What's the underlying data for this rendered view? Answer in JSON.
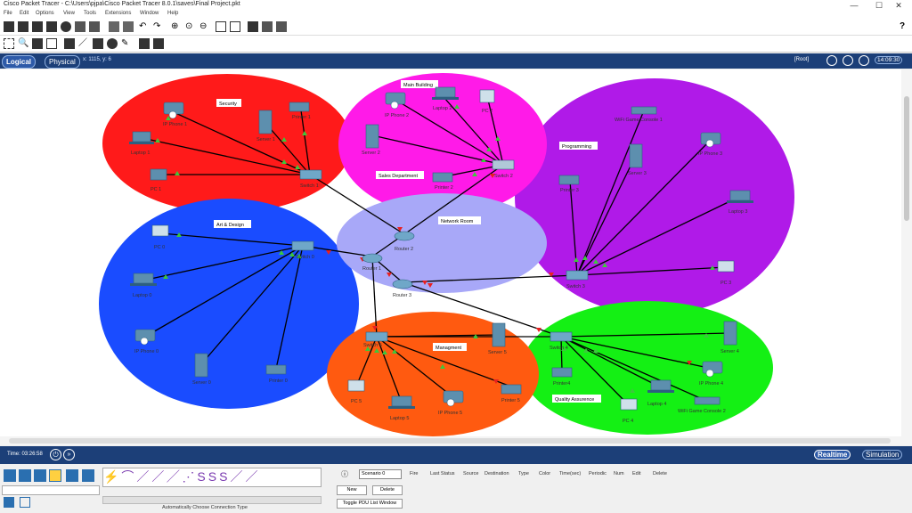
{
  "window": {
    "title": "Cisco Packet Tracer - C:\\Users\\pjpa\\Cisco Packet Tracer 8.0.1\\saves\\Final Project.pkt",
    "controls": [
      "—",
      "☐",
      "✕"
    ]
  },
  "menu": [
    "File",
    "Edit",
    "Options",
    "View",
    "Tools",
    "Extensions",
    "Window",
    "Help"
  ],
  "help_label": "?",
  "tabs": {
    "logical": "Logical",
    "physical": "Physical",
    "coords": "x: 1115, y: 6",
    "root": "[Root]",
    "clock": "14:09:30"
  },
  "timebar": {
    "time": "Time: 03:26:58",
    "realtime": "Realtime",
    "simulation": "Simulation"
  },
  "bottom": {
    "connection_type": "Automatically Choose Connection Type",
    "scenario": "Scenario 0",
    "new": "New",
    "delete": "Delete",
    "toggle": "Toggle PDU List Window",
    "columns": [
      "Fire",
      "Last Status",
      "Source",
      "Destination",
      "Type",
      "Color",
      "Time(sec)",
      "Periodic",
      "Num",
      "Edit",
      "Delete"
    ]
  },
  "notes": {
    "security": "Security",
    "main_building": "Main Building",
    "programming": "Programming",
    "sales": "Sales Department",
    "network_room": "Network Room",
    "art_design": "Art & Design",
    "managment": "Managment",
    "quality": "Quality Assurence"
  },
  "colors": {
    "security": "#ff1a1a",
    "main_building": "#ff1ae8",
    "programming": "#b01ae8",
    "art_design": "#1a4cff",
    "network_room": "#a8a8f8",
    "managment": "#ff5a10",
    "quality": "#14f014",
    "titlebar_dark": "#1c3f78"
  },
  "device_labels": {
    "ip_phone_1": "IP Phone 1",
    "laptop_1": "Laptop 1",
    "pc_1": "PC 1",
    "server_1": "Server 1",
    "printer_1": "Printer 1",
    "switch_1": "Switch 1",
    "ip_phone_2": "IP Phone 2",
    "laptop_2": "Laptop 2",
    "pc_2": "PC 2",
    "server_2": "Server 2",
    "printer_2": "Printer 2",
    "switch_2": "Switch 2",
    "wifi_console_1": "WiFi Game Console 1",
    "ip_phone_3": "IP Phone 3",
    "server_3": "Server 3",
    "printer_3": "Printer 3",
    "laptop_3": "Laptop 3",
    "pc_3": "PC 3",
    "switch_3": "Switch 3",
    "pc_0": "PC 0",
    "laptop_0": "Laptop 0",
    "ip_phone_0": "IP Phone 0",
    "server_0": "Server 0",
    "printer_0": "Printer 0",
    "switch_0": "Switch 0",
    "router_1": "Router 1",
    "router_2": "Router 2",
    "router_3": "Router 3",
    "switch_5": "Switch 5",
    "pc_5": "PC 5",
    "laptop_5": "Laptop 5",
    "ip_phone_5": "IP Phone 5",
    "printer_5": "Printer 5",
    "server_5": "Server 5",
    "switch_4": "Switch 4",
    "printer_4": "Printer4",
    "server_4": "Server 4",
    "ip_phone_4": "IP Phone 4",
    "laptop_4": "Laptop 4",
    "pc_4": "PC 4",
    "wifi_console_2": "WiFi Game Console 2"
  }
}
